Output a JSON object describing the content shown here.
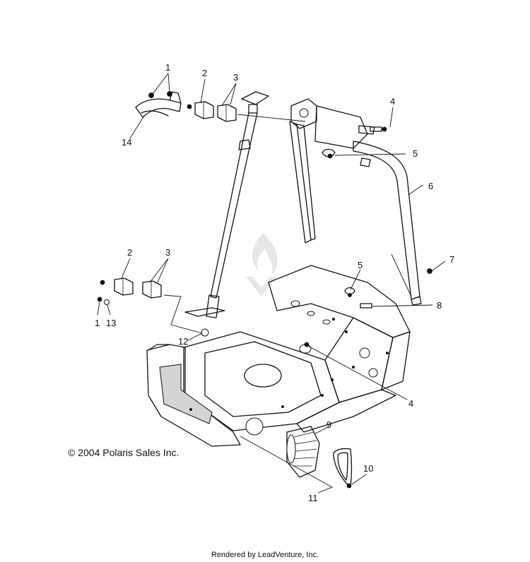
{
  "callouts": [
    {
      "id": "c1a",
      "text": "1"
    },
    {
      "id": "c2a",
      "text": "2"
    },
    {
      "id": "c3a",
      "text": "3"
    },
    {
      "id": "c4a",
      "text": "4"
    },
    {
      "id": "c5a",
      "text": "5"
    },
    {
      "id": "c6",
      "text": "6"
    },
    {
      "id": "c14",
      "text": "14"
    },
    {
      "id": "c2b",
      "text": "2"
    },
    {
      "id": "c3b",
      "text": "3"
    },
    {
      "id": "c5b",
      "text": "5"
    },
    {
      "id": "c7",
      "text": "7"
    },
    {
      "id": "c8",
      "text": "8"
    },
    {
      "id": "c1b",
      "text": "1"
    },
    {
      "id": "c13",
      "text": "13"
    },
    {
      "id": "c12",
      "text": "12"
    },
    {
      "id": "c4b",
      "text": "4"
    },
    {
      "id": "c9",
      "text": "9"
    },
    {
      "id": "c10",
      "text": "10"
    },
    {
      "id": "c11",
      "text": "11"
    }
  ],
  "copyright": "© 2004 Polaris Sales Inc.",
  "footer": "Rendered by LeadVenture, Inc."
}
